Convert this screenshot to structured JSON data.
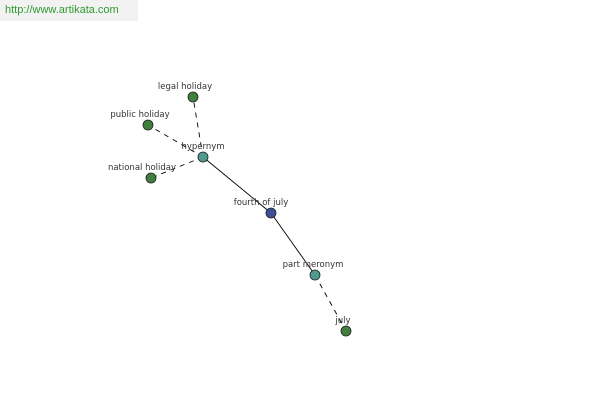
{
  "watermark": {
    "url": "http://www.artikata.com"
  },
  "colors": {
    "root": "#3d4f9a",
    "relation": "#4f9a90",
    "term": "#3f7f3f",
    "node_stroke": "#222222",
    "edge": "#000000",
    "label": "#333333"
  },
  "diagram": {
    "nodes": [
      {
        "id": "fourth-of-july",
        "label": "fourth of july",
        "kind": "root"
      },
      {
        "id": "hypernym",
        "label": "hypernym",
        "kind": "relation"
      },
      {
        "id": "part-meronym",
        "label": "part meronym",
        "kind": "relation"
      },
      {
        "id": "legal-holiday",
        "label": "legal holiday",
        "kind": "term"
      },
      {
        "id": "public-holiday",
        "label": "public holiday",
        "kind": "term"
      },
      {
        "id": "national-holiday",
        "label": "national holiday",
        "kind": "term"
      },
      {
        "id": "july",
        "label": "july",
        "kind": "term"
      }
    ],
    "edges": [
      {
        "from": "fourth-of-july",
        "to": "hypernym",
        "style": "solid"
      },
      {
        "from": "fourth-of-july",
        "to": "part-meronym",
        "style": "solid"
      },
      {
        "from": "hypernym",
        "to": "legal-holiday",
        "style": "dashed"
      },
      {
        "from": "hypernym",
        "to": "public-holiday",
        "style": "dashed"
      },
      {
        "from": "hypernym",
        "to": "national-holiday",
        "style": "dashed"
      },
      {
        "from": "part-meronym",
        "to": "july",
        "style": "dashed"
      }
    ]
  }
}
